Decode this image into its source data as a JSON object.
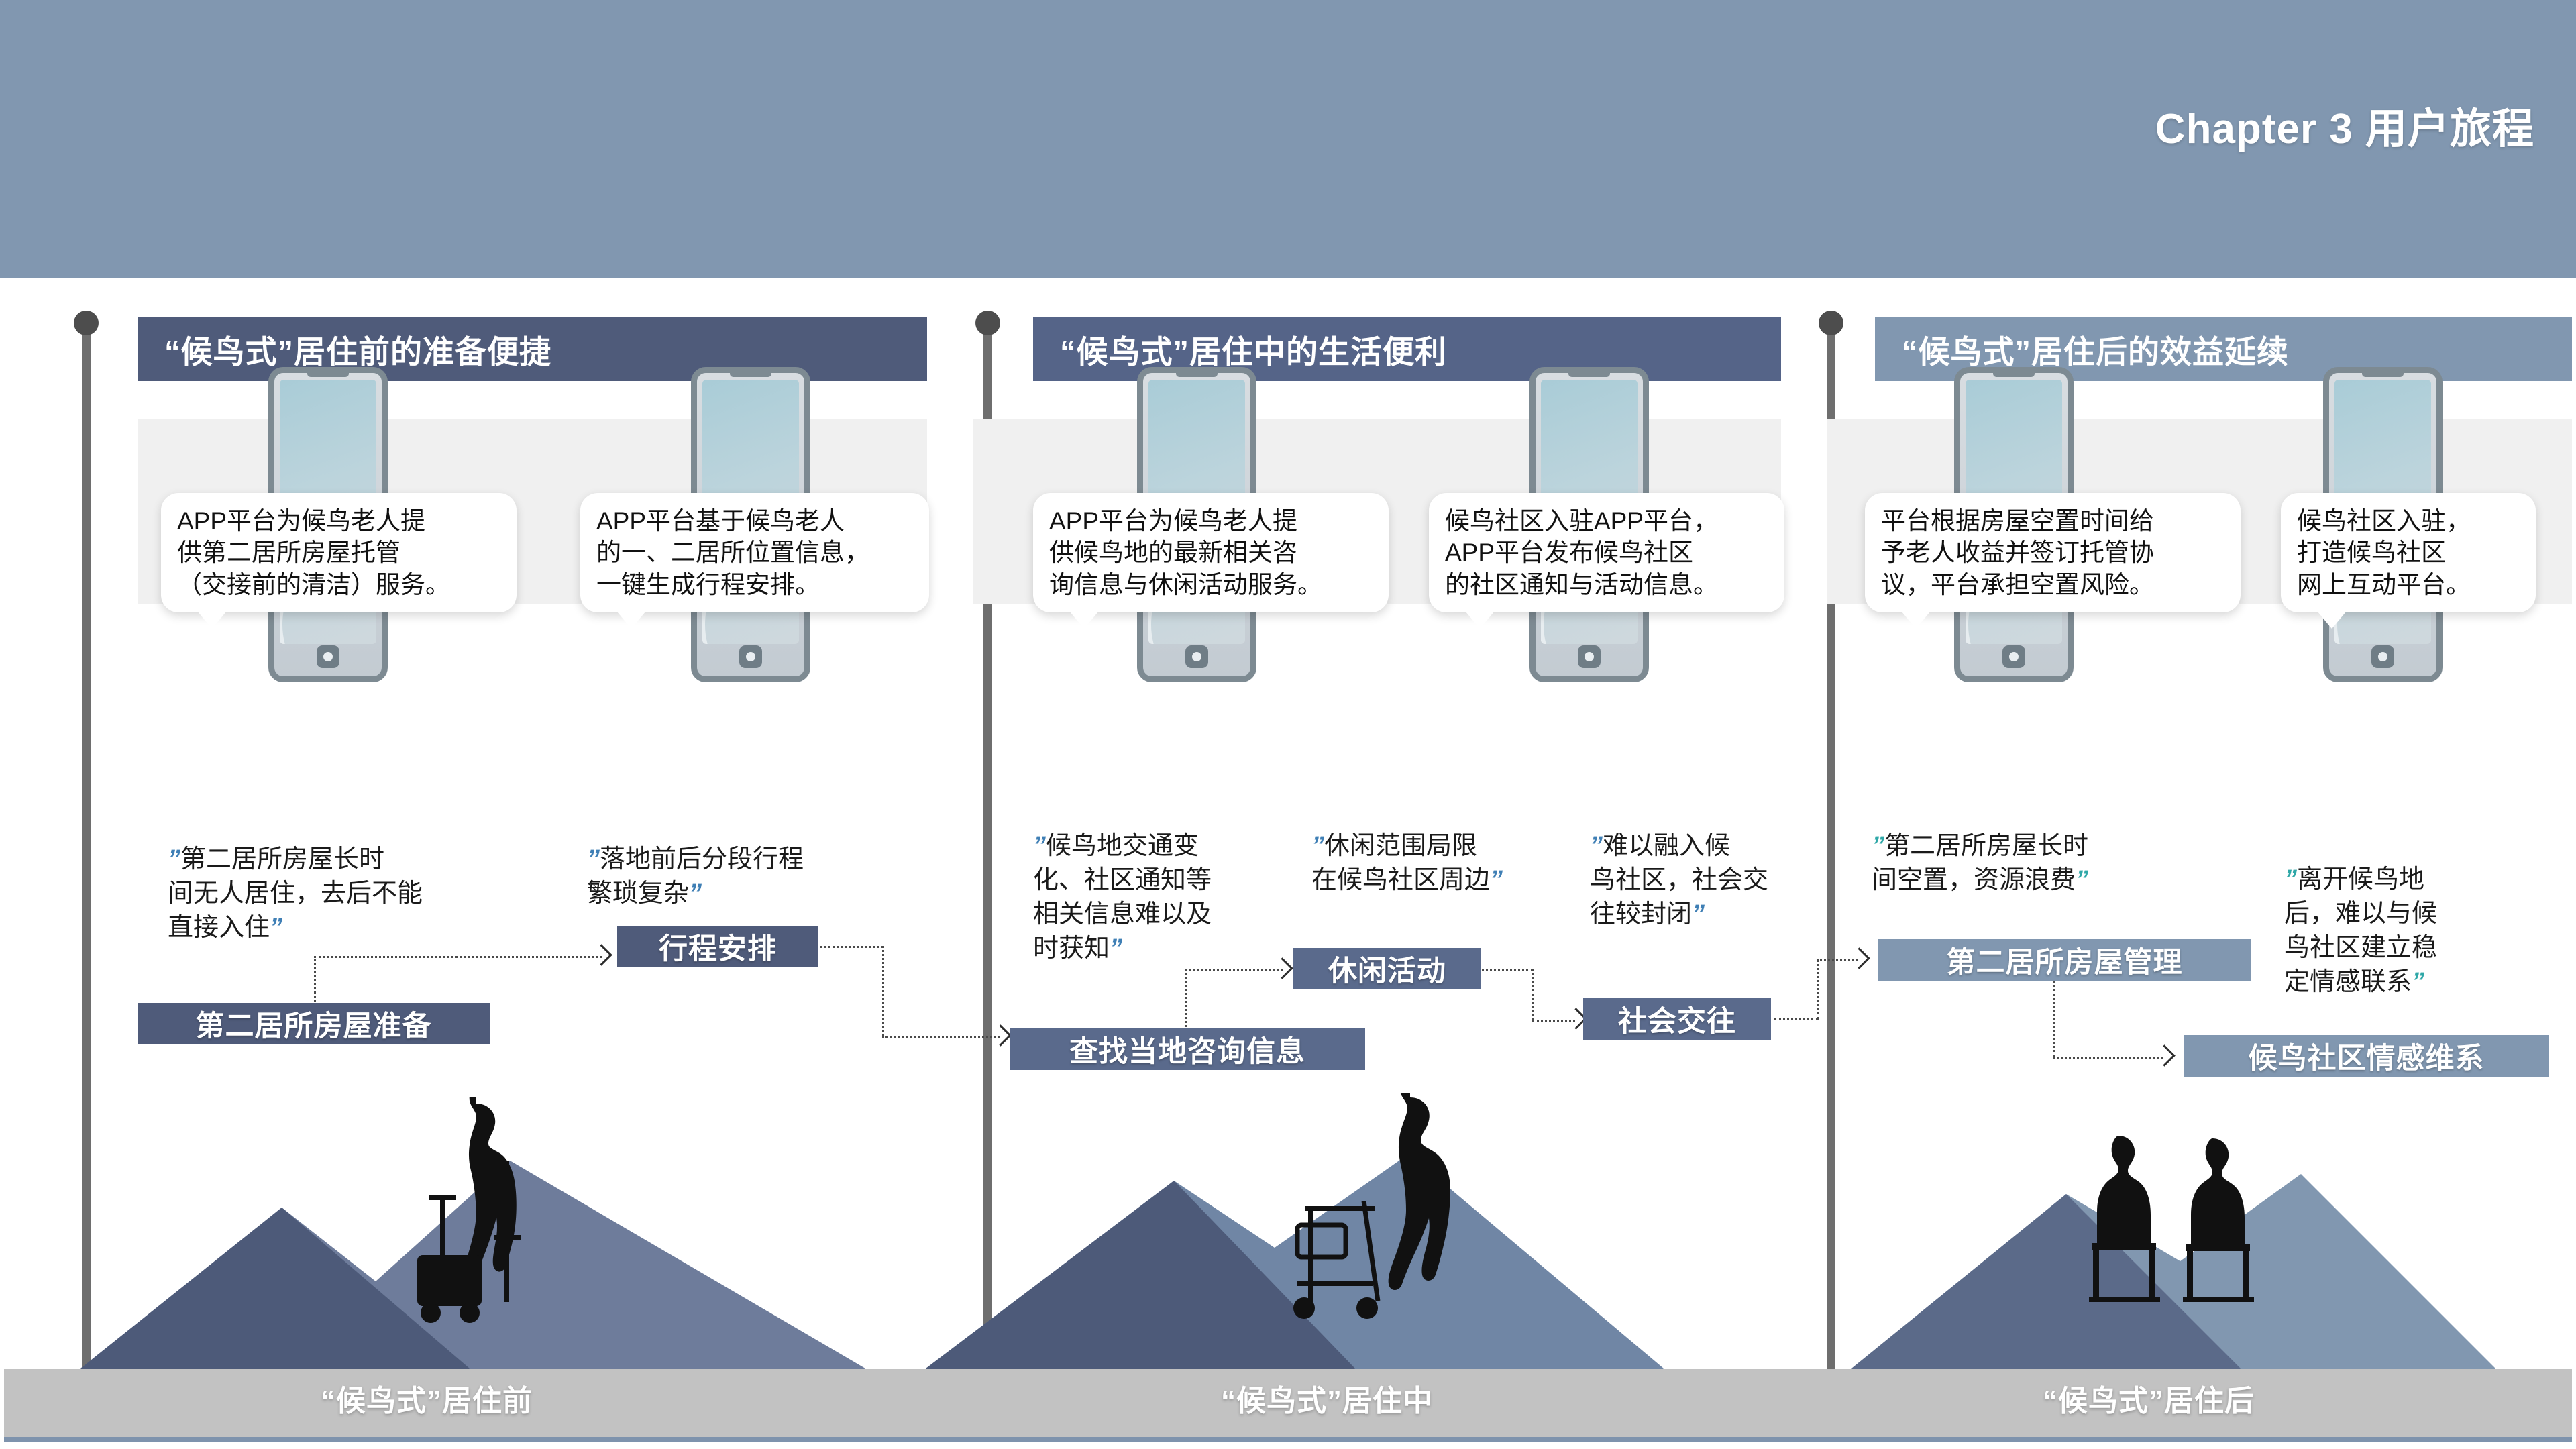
{
  "header": {
    "title": "Chapter 3 用户旅程",
    "bg_color": "#8197b0"
  },
  "stages": [
    {
      "id": "before",
      "header": "“候鸟式”居住前的准备便捷",
      "header_color": "#4f5b7a",
      "ground_label": "“候鸟式”居住前",
      "bubbles": [
        "APP平台为候鸟老人提\n供第二居所房屋托管\n（交接前的清洁）服务。",
        "APP平台基于候鸟老人\n的一、二居所位置信息，\n一键生成行程安排。"
      ],
      "quotes": [
        {
          "mark": "”",
          "mark_color": "#3f7fb5",
          "text": "第二居所房屋长时\n间无人居住，去后不能\n直接入住"
        },
        {
          "mark": "”",
          "mark_color": "#3f7fb5",
          "text": "落地前后分段行程\n繁琐复杂"
        }
      ],
      "boxes": [
        {
          "label": "第二居所房屋准备",
          "tone": "dark"
        },
        {
          "label": "行程安排",
          "tone": "dark"
        }
      ]
    },
    {
      "id": "during",
      "header": "“候鸟式”居住中的生活便利",
      "header_color": "#556488",
      "ground_label": "“候鸟式”居住中",
      "bubbles": [
        "APP平台为候鸟老人提\n供候鸟地的最新相关咨\n询信息与休闲活动服务。",
        "候鸟社区入驻APP平台，\nAPP平台发布候鸟社区\n的社区通知与活动信息。"
      ],
      "quotes": [
        {
          "mark": "”",
          "mark_color": "#3f7fb5",
          "text": "候鸟地交通变\n化、社区通知等\n相关信息难以及\n时获知"
        },
        {
          "mark": "”",
          "mark_color": "#3f7fb5",
          "text": "休闲范围局限\n在候鸟社区周边"
        },
        {
          "mark": "”",
          "mark_color": "#3f7fb5",
          "text": "难以融入候\n鸟社区，社会交\n往较封闭"
        }
      ],
      "boxes": [
        {
          "label": "查找当地咨询信息",
          "tone": "mid"
        },
        {
          "label": "休闲活动",
          "tone": "mid"
        },
        {
          "label": "社会交往",
          "tone": "mid"
        }
      ]
    },
    {
      "id": "after",
      "header": "“候鸟式”居住后的效益延续",
      "header_color": "#8197b0",
      "ground_label": "“候鸟式”居住后",
      "bubbles": [
        "平台根据房屋空置时间给\n予老人收益并签订托管协\n议，平台承担空置风险。",
        "候鸟社区入驻，\n打造候鸟社区\n网上互动平台。"
      ],
      "quotes": [
        {
          "mark": "”",
          "mark_color": "#2fa8a8",
          "text": "第二居所房屋长时\n间空置，资源浪费"
        },
        {
          "mark": "”",
          "mark_color": "#2fa8a8",
          "text": "离开候鸟地\n后，难以与候\n鸟社区建立稳\n定情感联系"
        }
      ],
      "boxes": [
        {
          "label": "第二居所房屋管理",
          "tone": "light"
        },
        {
          "label": "候鸟社区情感维系",
          "tone": "light"
        }
      ]
    }
  ],
  "palette": {
    "header_band": "#8197b0",
    "dark_box": "#4f5b7a",
    "mid_box": "#5a6a8c",
    "light_box": "#8197b0",
    "ground": "#c2c2c2",
    "quote_blue": "#3f7fb5",
    "quote_teal": "#2fa8a8",
    "mountain_dark": "#4d5a79",
    "mountain_light": "#8197b0"
  }
}
